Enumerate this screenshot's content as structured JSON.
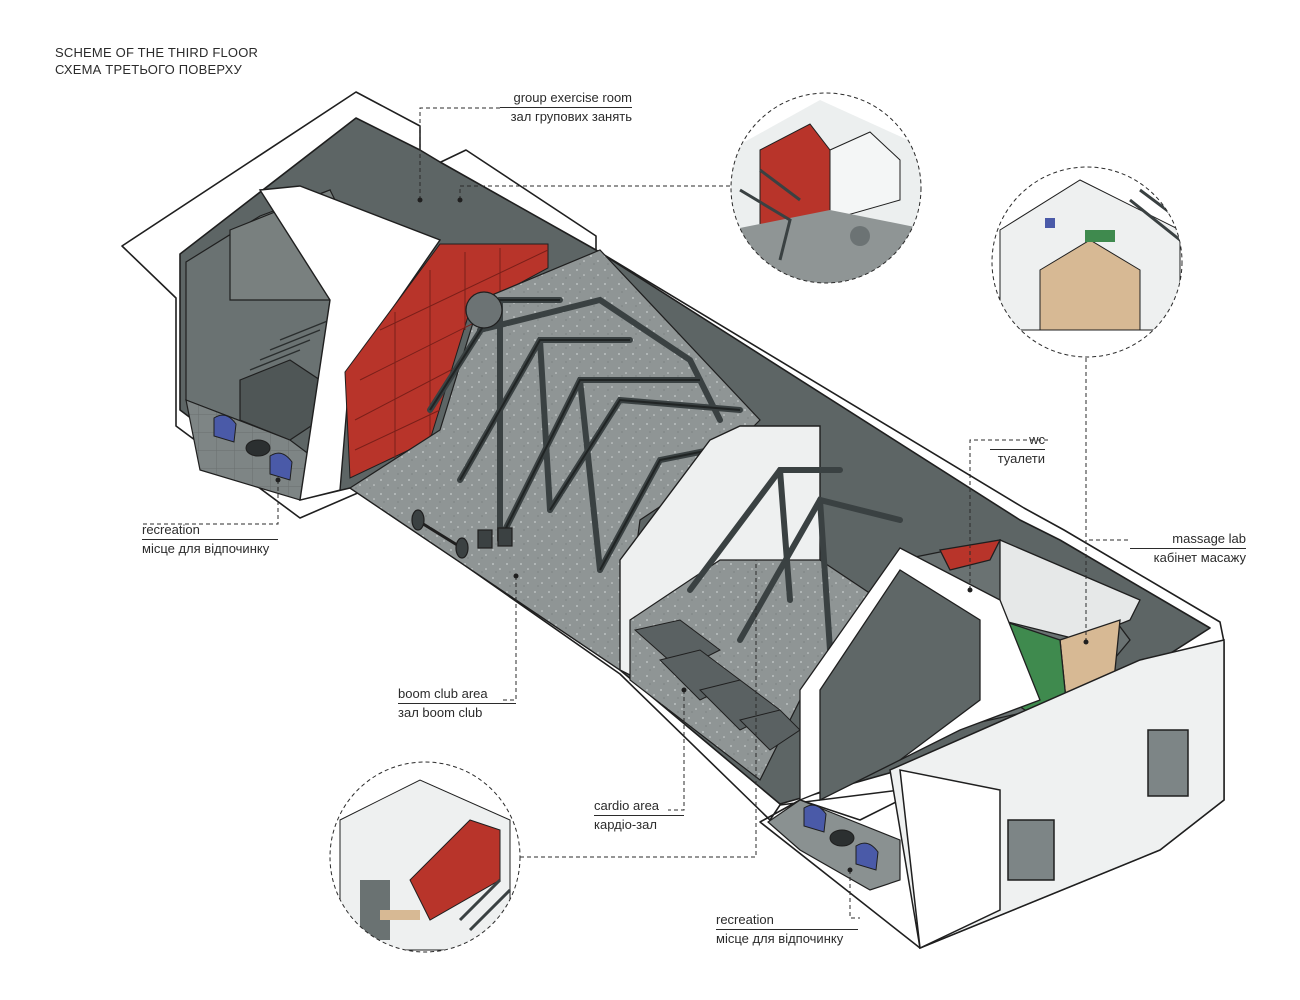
{
  "title": {
    "en": "SCHEME OF THE THIRD FLOOR",
    "ua": "СХЕМА ТРЕТЬОГО ПОВЕРХУ"
  },
  "labels": {
    "group_exercise": {
      "en": "group exercise room",
      "ua": "зал групових занять"
    },
    "recreation_left": {
      "en": "recreation",
      "ua": "місце для відпочинку"
    },
    "boom_club": {
      "en": "boom club area",
      "ua": "зал boom club"
    },
    "cardio": {
      "en": "cardio area",
      "ua": "кардіо-зал"
    },
    "wc": {
      "en": "wc",
      "ua": "туалети"
    },
    "massage": {
      "en": "massage lab",
      "ua": "кабінет масажу"
    },
    "recreation_right": {
      "en": "recreation",
      "ua": "місце для відпочинку"
    }
  },
  "colors": {
    "accent_red": "#b8342a",
    "wall_gray": "#5d6565",
    "floor_gray": "#8e9494",
    "light_wall": "#f3f4f4",
    "chair_blue": "#4a5aa8",
    "wood": "#d7b994",
    "green": "#3f8a4e"
  }
}
